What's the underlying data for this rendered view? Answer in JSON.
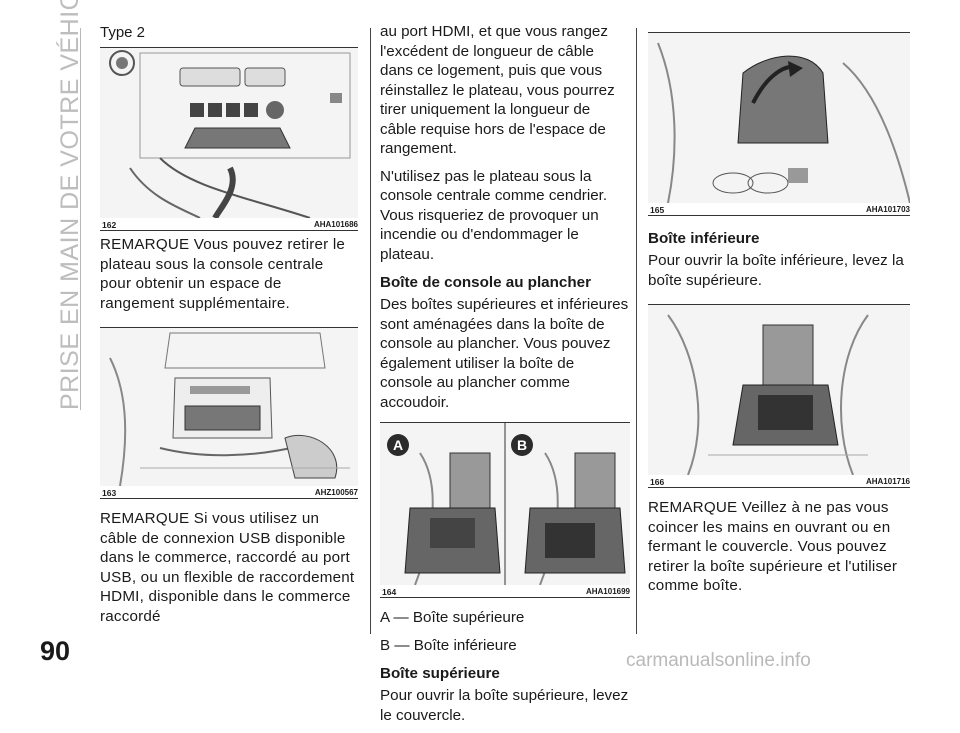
{
  "sidebar": {
    "section_title": "PRISE EN MAIN DE VOTRE VÉHICULE"
  },
  "page_number": "90",
  "watermark": "carmanualsonline.info",
  "col1": {
    "type_label": "Type 2",
    "fig162": {
      "num": "162",
      "code": "AHA101686"
    },
    "note1": "REMARQUE  Vous pouvez retirer le plateau sous la console centrale pour obtenir un espace de rangement supplémentaire.",
    "fig163": {
      "num": "163",
      "code": "AHZ100567"
    },
    "note2": "REMARQUE  Si vous utilisez un câble de connexion USB disponible dans le commerce, raccordé au port USB, ou un flexible de raccordement HDMI, disponible dans le commerce raccordé"
  },
  "col2": {
    "para1": "au port HDMI, et que vous rangez l'excédent de longueur de câble dans ce logement, puis que vous réinstallez le plateau, vous pourrez tirer uniquement la longueur de câble requise hors de l'espace de rangement.",
    "para2": "N'utilisez pas le plateau sous la console centrale comme cendrier. Vous risqueriez de provoquer un incendie ou d'endommager le plateau.",
    "heading1": "Boîte de console au plancher",
    "para3": "Des boîtes supérieures et inférieures sont aménagées dans la boîte de console au plancher. Vous pouvez également utiliser la boîte de console au plancher comme accoudoir.",
    "fig164": {
      "num": "164",
      "code": "AHA101699",
      "label_a": "A",
      "label_b": "B"
    },
    "legend_a": "A — Boîte supérieure",
    "legend_b": "B — Boîte inférieure",
    "heading2": "Boîte supérieure",
    "para4": "Pour ouvrir la boîte supérieure, levez le couvercle."
  },
  "col3": {
    "fig165": {
      "num": "165",
      "code": "AHA101703"
    },
    "heading1": "Boîte inférieure",
    "para1": "Pour ouvrir la boîte inférieure, levez la boîte supérieure.",
    "fig166": {
      "num": "166",
      "code": "AHA101716"
    },
    "note1": "REMARQUE  Veillez à ne pas vous coincer les mains en ouvrant ou en fermant le couvercle. Vous pouvez retirer la boîte supérieure et l'utiliser comme boîte."
  },
  "colors": {
    "text": "#1a1a1a",
    "sidebar_text": "#bdbdbd",
    "badge": "#2b2b2b"
  }
}
